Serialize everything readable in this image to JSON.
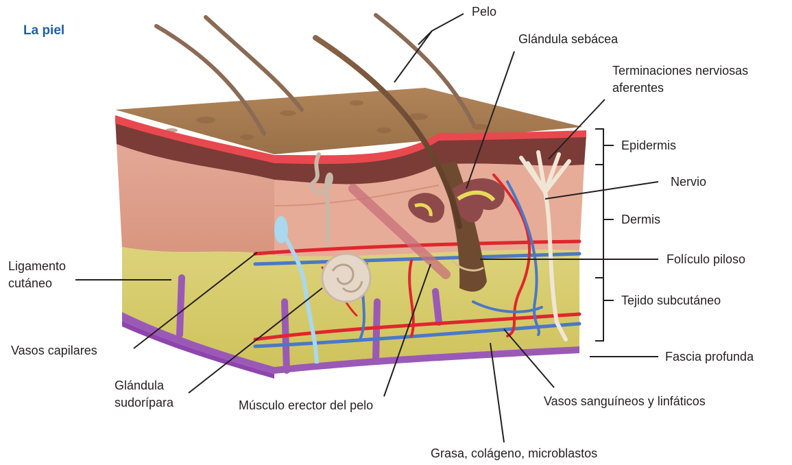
{
  "title": "La piel",
  "labels": {
    "pelo": "Pelo",
    "glandula_sebacea": "Glándula sebácea",
    "terminaciones_1": "Terminaciones nerviosas",
    "terminaciones_2": "aferentes",
    "epidermis": "Epidermis",
    "nervio": "Nervio",
    "dermis": "Dermis",
    "foliculo": "Folículo piloso",
    "tejido": "Tejido subcutáneo",
    "fascia": "Fascia profunda",
    "vasos_sang": "Vasos sanguíneos y linfáticos",
    "grasa": "Grasa, colágeno, microblastos",
    "musculo": "Músculo erector del pelo",
    "glandula_sud_1": "Glándula",
    "glandula_sud_2": "sudorípara",
    "vasos_cap": "Vasos capilares",
    "ligamento_1": "Ligamento",
    "ligamento_2": "cutáneo"
  },
  "colors": {
    "title": "#1f5fa8",
    "epidermis_top": "#a67c52",
    "stratum": "#7a3a36",
    "red_band": "#e8494f",
    "dermis": "#e2a18f",
    "fat": "#d8cf6a",
    "fascia": "#9b59b6",
    "artery": "#e0262d",
    "vein": "#4a78c8"
  }
}
